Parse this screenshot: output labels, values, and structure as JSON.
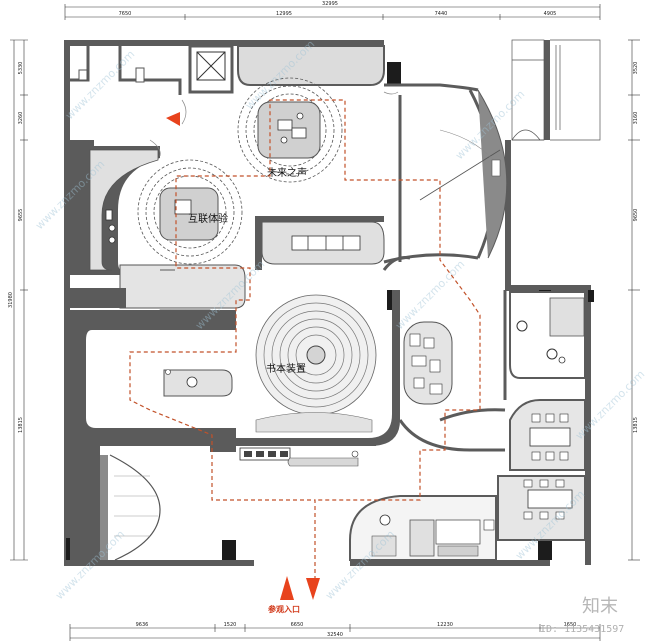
{
  "rooms": {
    "future_voice": "未来之声",
    "interconnect": "互联体验",
    "book_installation": "书本装置"
  },
  "entry": {
    "label": "参观入口"
  },
  "dimensions": {
    "top_total": "32995",
    "top_segments": [
      "7650",
      "12995",
      "7440",
      "4905"
    ],
    "bottom_segments": [
      "9636",
      "1520",
      "6650",
      "12230",
      "1650"
    ],
    "bottom_total": "32540",
    "left_total": "31980",
    "left_segments": [
      "5330",
      "3260",
      "9655",
      "13815"
    ],
    "right_segments": [
      "3520",
      "3160",
      "9650",
      "13815"
    ]
  },
  "watermark": {
    "text": "www.znzmo.com"
  },
  "brand": {
    "name": "知末",
    "id": "ID: 1135431597"
  },
  "colors": {
    "wall": "#5b5b5b",
    "floor": "#ffffff",
    "fixture": "#d9d9d9",
    "path": "#c2522a",
    "entry_arrow": "#e8431d",
    "door": "#9a9a9a"
  }
}
